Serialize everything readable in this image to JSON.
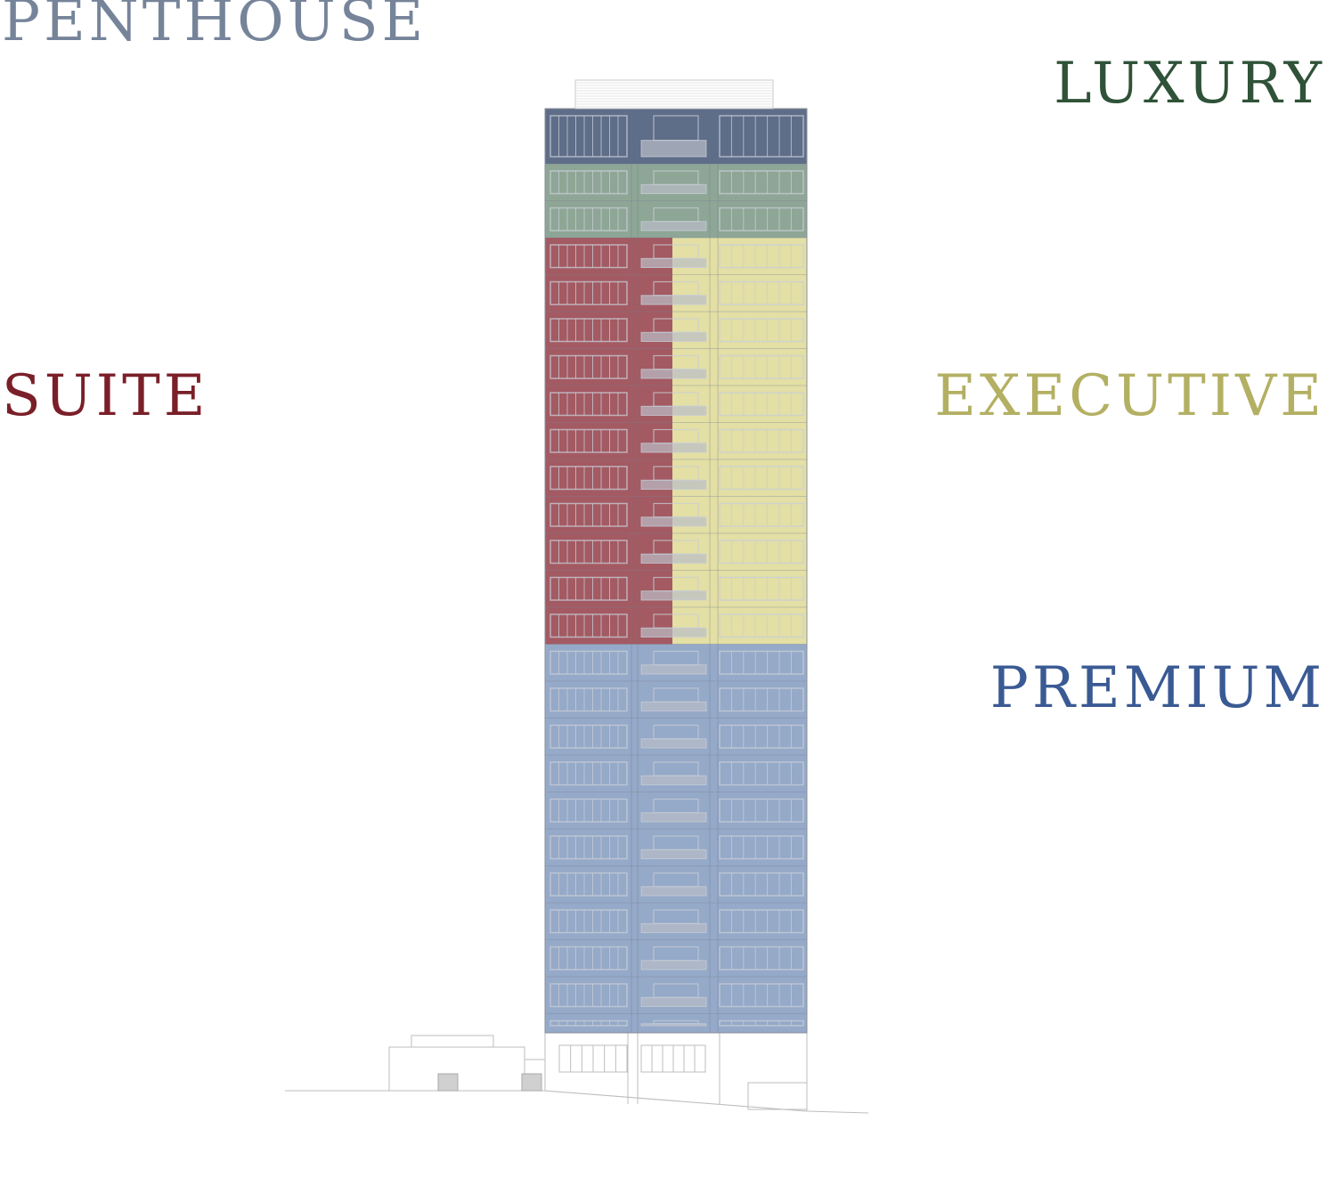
{
  "labels": {
    "penthouse": "PENTHOUSE",
    "luxury": "LUXURY",
    "suite": "SUITE",
    "executive": "EXECUTIVE",
    "premium": "PREMIUM"
  },
  "colors": {
    "penthouse": "#76849a",
    "luxury": "#2f5238",
    "suite": "#7a1f28",
    "executive": "#b3b063",
    "premium": "#3a5a94",
    "zone_penthouse": "#5e6d88",
    "zone_luxury": "#8ea695",
    "zone_suite": "#a35a62",
    "zone_executive": "#e3dfa5",
    "zone_premium": "#95a9c8"
  },
  "floors": {
    "penthouse": 1,
    "luxury": 2,
    "split_suite_executive": 11,
    "premium": 11
  }
}
